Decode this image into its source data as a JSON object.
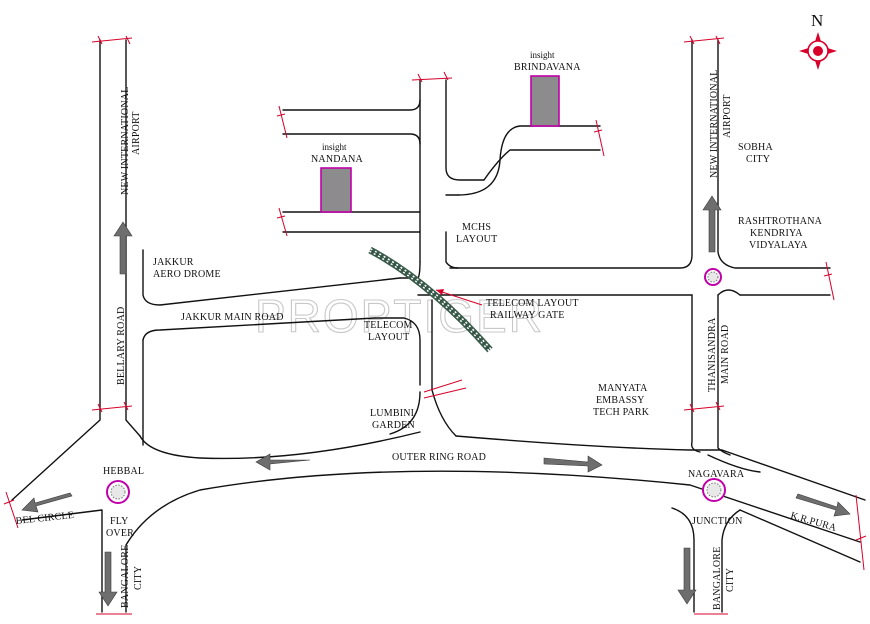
{
  "watermark": "PROPTIGER",
  "compass": {
    "north": "N"
  },
  "colors": {
    "road": "#111111",
    "highlight": "#c000a8",
    "break_mark": "#d8002b",
    "arrow": "#6e6e6e"
  },
  "projects": {
    "brindavana": [
      "insight",
      "BRINDAVANA"
    ],
    "nandana": [
      "insight",
      "NANDANA"
    ]
  },
  "labels": {
    "new_airport_left": [
      "NEW INTERNATIONAL",
      "AIRPORT"
    ],
    "new_airport_right": [
      "NEW INTERNATIONAL",
      "AIRPORT"
    ],
    "sobha_city": [
      "SOBHA",
      "CITY"
    ],
    "rashtrothana": [
      "RASHTROTHANA",
      "KENDRIYA",
      "VIDYALAYA"
    ],
    "mchs_layout": [
      "MCHS",
      "LAYOUT"
    ],
    "jakkur_aerodrome": [
      "JAKKUR",
      "AERO DROME"
    ],
    "jakkur_main_road": "JAKKUR MAIN ROAD",
    "telecom_gate": [
      "TELECOM LAYOUT",
      "RAILWAY GATE"
    ],
    "telecom_layout": [
      "TELECOM",
      "LAYOUT"
    ],
    "bellary_road": "BELLARY ROAD",
    "thanisandra": [
      "THANISANDRA",
      "MAIN ROAD"
    ],
    "manyata": [
      "MANYATA",
      "EMBASSY",
      "TECH PARK"
    ],
    "lumbini": [
      "LUMBINI",
      "GARDEN"
    ],
    "outer_ring_road": "OUTER RING ROAD",
    "hebbal": "HEBBAL",
    "fly_over": [
      "FLY",
      "OVER"
    ],
    "nagavara": "NAGAVARA",
    "junction": "JUNCTION",
    "bel_circle": "BEL CIRCLE",
    "kr_pura": "K.R.PURA",
    "bangalore_city_left": [
      "BANGALORE",
      "CITY"
    ],
    "bangalore_city_right": [
      "BANGALORE",
      "CITY"
    ]
  }
}
